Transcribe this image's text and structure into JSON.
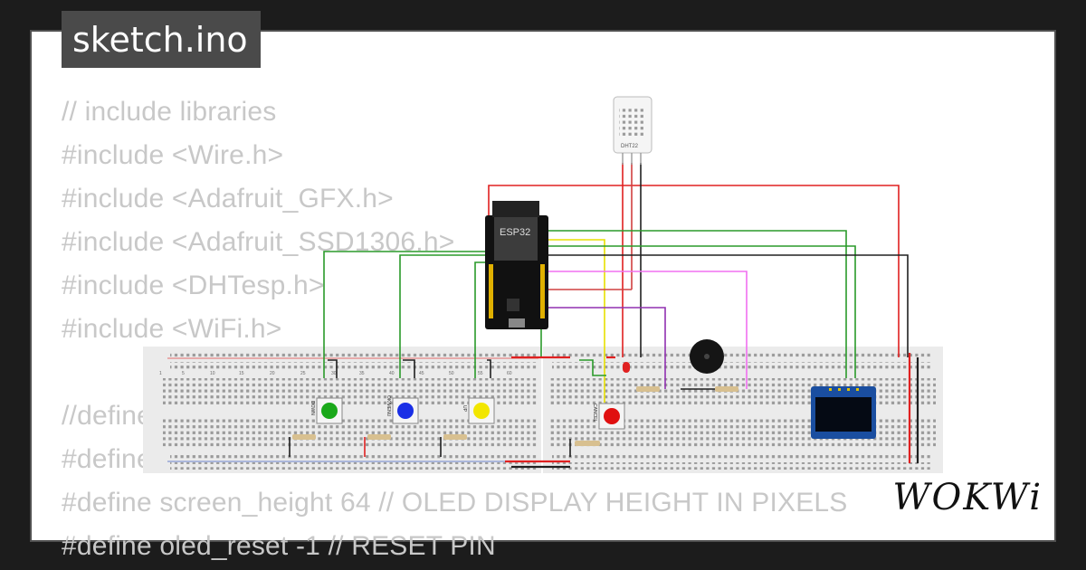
{
  "title": "sketch.ino",
  "code_lines": [
    "// include libraries",
    "#include <Wire.h>",
    "#include <Adafruit_GFX.h>",
    "#include <Adafruit_SSD1306.h>",
    "#include <DHTesp.h>",
    "#include <WiFi.h>",
    "",
    "//define",
    "#define",
    "#define screen_height 64 // OLED DISPLAY HEIGHT IN PIXELS",
    "#define oled_reset -1 // RESET PIN"
  ],
  "circuit": {
    "esp32_label": "ESP32",
    "dht_label": "DHT22",
    "buttons": [
      {
        "label": "DOWN",
        "color": "#1aa81a"
      },
      {
        "label": "OK/MENU",
        "color": "#1a2fe6"
      },
      {
        "label": "UP",
        "color": "#f2e600"
      },
      {
        "label": "CANCEL",
        "color": "#e01010"
      }
    ],
    "breadboard_numbers": [
      "1",
      "5",
      "10",
      "15",
      "20",
      "25",
      "30",
      "35",
      "40",
      "45",
      "50",
      "55",
      "60"
    ]
  },
  "logo": "WOKWi"
}
